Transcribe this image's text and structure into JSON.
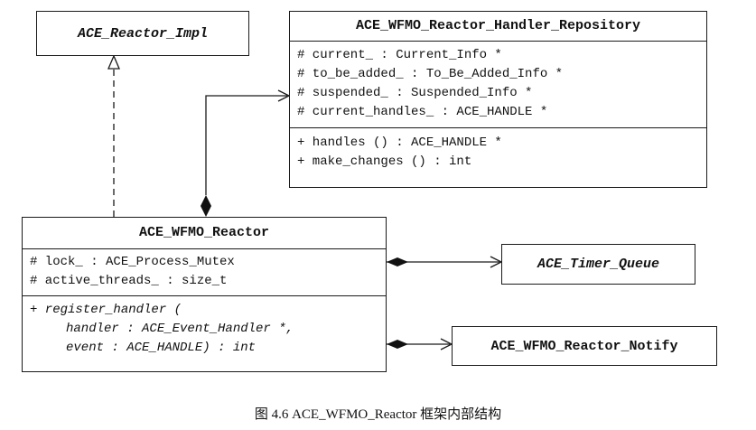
{
  "impl": {
    "name": "ACE_Reactor_Impl"
  },
  "repository": {
    "name": "ACE_WFMO_Reactor_Handler_Repository",
    "attributes": [
      "# current_ : Current_Info *",
      "# to_be_added_ : To_Be_Added_Info *",
      "# suspended_ : Suspended_Info *",
      "# current_handles_ : ACE_HANDLE *"
    ],
    "methods": [
      "+ handles () : ACE_HANDLE *",
      "+ make_changes () : int"
    ]
  },
  "reactor": {
    "name": "ACE_WFMO_Reactor",
    "attributes": [
      "# lock_ : ACE_Process_Mutex",
      "# active_threads_ : size_t"
    ],
    "method": {
      "line1": "+ register_handler (",
      "line2": "handler : ACE_Event_Handler *,",
      "line3": "event : ACE_HANDLE) : int"
    }
  },
  "timer_queue": {
    "name": "ACE_Timer_Queue"
  },
  "notify": {
    "name": "ACE_WFMO_Reactor_Notify"
  },
  "caption": "图 4.6   ACE_WFMO_Reactor 框架内部结构"
}
